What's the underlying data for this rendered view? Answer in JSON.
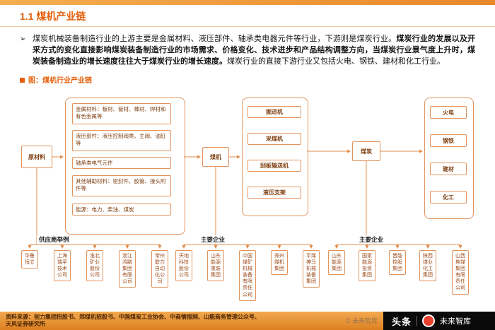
{
  "header": {
    "title": "1.1 煤机产业链"
  },
  "intro": {
    "bullet": "➢",
    "text_normal_1": "煤炭机械装备制造行业的上游主要是金属材料、液压部件、轴承类电器元件等行业，下游则是煤炭行业。",
    "text_bold": "煤炭行业的发展以及开采方式的变化直接影响煤炭装备制造行业的市场需求、价格变化、技术进步和产品结构调整方向，当煤炭行业景气度上升时，煤炭装备制造业的增长速度往往大于煤炭行业的增长速度。",
    "text_normal_2": "煤炭行业的直接下游行业又包括火电、钢铁、建材和化工行业。"
  },
  "figure": {
    "label": "图：煤机行业产业链"
  },
  "diagram": {
    "raw_material_label": "原材料",
    "material_boxes": [
      "金属材料：板材、管材、棒材、焊材和有色金属等",
      "液压部件：液压控制阀类、主阀、油缸等",
      "轴承类电气元件",
      "其他辅助材料：密封件、胶管、接头附件等",
      "能源：电力、柴油、煤炭"
    ],
    "coal_machine_label": "煤机",
    "product_boxes": [
      "掘进机",
      "采煤机",
      "刮板输送机",
      "液压支架"
    ],
    "coal_label": "煤炭",
    "downstream_boxes": [
      "火电",
      "钢铁",
      "建材",
      "化工"
    ],
    "supplier_group_label": "供应商举例",
    "machine_group_label": "主要企业",
    "coal_group_label": "主要企业",
    "suppliers": [
      "华鲁恒立",
      "上海瑞孚技术公司",
      "淮北矿业股份公司",
      "浙江鸿鹏集团有限公司",
      "常州联力自动化公司"
    ],
    "machine_companies": [
      "天地科技股份公司",
      "山东能源重装集团",
      "中国煤矿机械装备有限责任公司",
      "郑州煤机集团",
      "平煤神马机械装备集团"
    ],
    "coal_companies": [
      "山东能源集团",
      "国家能源投资集团",
      "晋能控股集团",
      "陕西煤业化工集团",
      "山西焦煤集团有限责任公司"
    ]
  },
  "footer": {
    "source_line1": "资料来源：创力集团招股书、郑煤机招股书、中国煤炭工业协会、中商情报网、山能商务管理公众号、",
    "source_line2": "天风证券研究所",
    "watermark": "© 未来智库",
    "brand_platform": "头条",
    "brand_account": "未来智库"
  },
  "colors": {
    "accent": "#E4600C",
    "connector": "#E08C4A",
    "box_border": "#E2945E",
    "footer_bg": "#E3892B",
    "brand_bg": "#0A0A0A"
  }
}
